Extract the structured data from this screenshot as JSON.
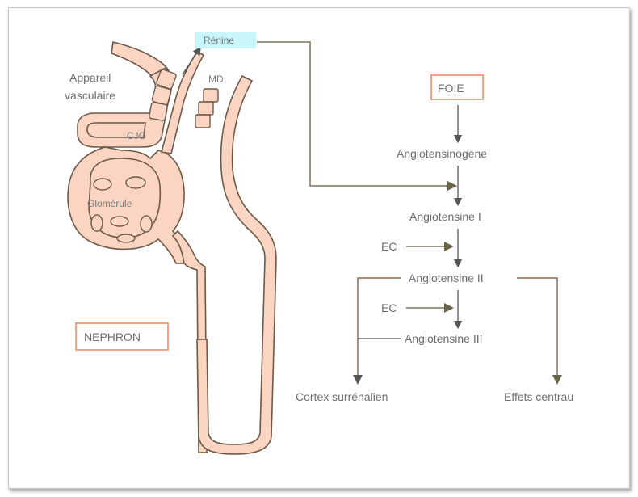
{
  "diagram": {
    "title_boxes": {
      "foie": "FOIE",
      "nephron": "NEPHRON"
    },
    "top_label": "Rénine",
    "anatomy_labels": {
      "appareil_line1": "Appareil",
      "appareil_line2": "vasculaire",
      "cjg": "CJG",
      "md": "MD",
      "glomerule": "Glomérule"
    },
    "cascade": [
      "Angiotensinogène",
      "Angiotensine I",
      "Angiotensine II",
      "Angiotensine III"
    ],
    "enzyme_labels": [
      "EC",
      "EC"
    ],
    "outputs": {
      "left": "Cortex surrénalien",
      "right": "Effets centrau"
    },
    "colors": {
      "tissue": "#fbd5c2",
      "outline": "#6b5a4a",
      "box_border": "#f2987a",
      "renine_bg": "#c9f6fb",
      "text": "#6e6e6e"
    }
  }
}
